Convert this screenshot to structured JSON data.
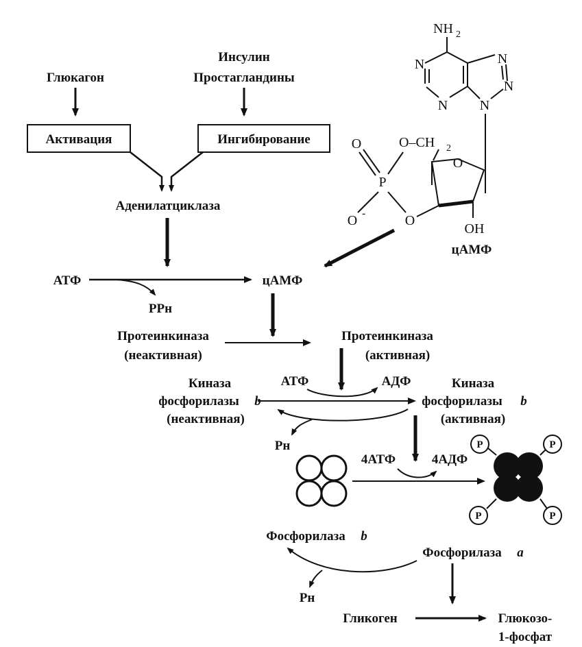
{
  "colors": {
    "ink": "#111111",
    "background": "#ffffff"
  },
  "regulators": {
    "glucagon": "Глюкагон",
    "insulin": "Инсулин",
    "prostaglandins": "Простагландины"
  },
  "boxes": {
    "activation": "Активация",
    "inhibition": "Ингибирование"
  },
  "pathway": {
    "adenylate_cyclase": "Аденилатциклаза",
    "atp": "АТФ",
    "ppi": "PPн",
    "camp": "цАМФ",
    "pk_inactive_name": "Протеинкиназа",
    "pk_inactive_state": "(неактивная)",
    "pk_active_name": "Протеинкиназа",
    "pk_active_state": "(активная)",
    "atp2": "АТФ",
    "adp": "АДФ",
    "kinase_left_1": "Киназа",
    "kinase_left_2": "фосфорилазы",
    "kinase_left_b": "b",
    "kinase_left_3": "(неактивная)",
    "kinase_right_1": "Киназа",
    "kinase_right_2": "фосфорилазы",
    "kinase_right_b": "b",
    "kinase_right_3": "(активная)",
    "pi1": "Pн",
    "atp4": "4АТФ",
    "adp4": "4АДФ",
    "p_group": "P",
    "phosphorylase_b": "Фосфорилаза",
    "phosphorylase_b_letter": "b",
    "phosphorylase_a": "Фосфорилаза",
    "phosphorylase_a_letter": "a",
    "pi2": "Pн",
    "glycogen": "Гликоген",
    "g1p_1": "Глюкозо-",
    "g1p_2": "1-фосфат"
  },
  "structure": {
    "nh2": "NH",
    "nh2_sub": "2",
    "n1": "N",
    "n2": "N",
    "n3": "N",
    "n4": "N",
    "n9": "N",
    "o_ring": "O",
    "o_link": "O",
    "o_ch2": "O–CH",
    "ch2_sub": "2",
    "p": "P",
    "o_double": "O",
    "o_minus": "O",
    "minus": "-",
    "oh": "OH",
    "camp_label": "цАМФ"
  }
}
